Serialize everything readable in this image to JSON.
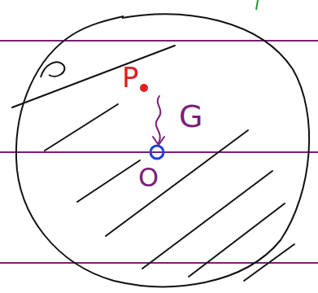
{
  "diagram": {
    "labels": [
      "P",
      "G",
      "O"
    ]
  }
}
